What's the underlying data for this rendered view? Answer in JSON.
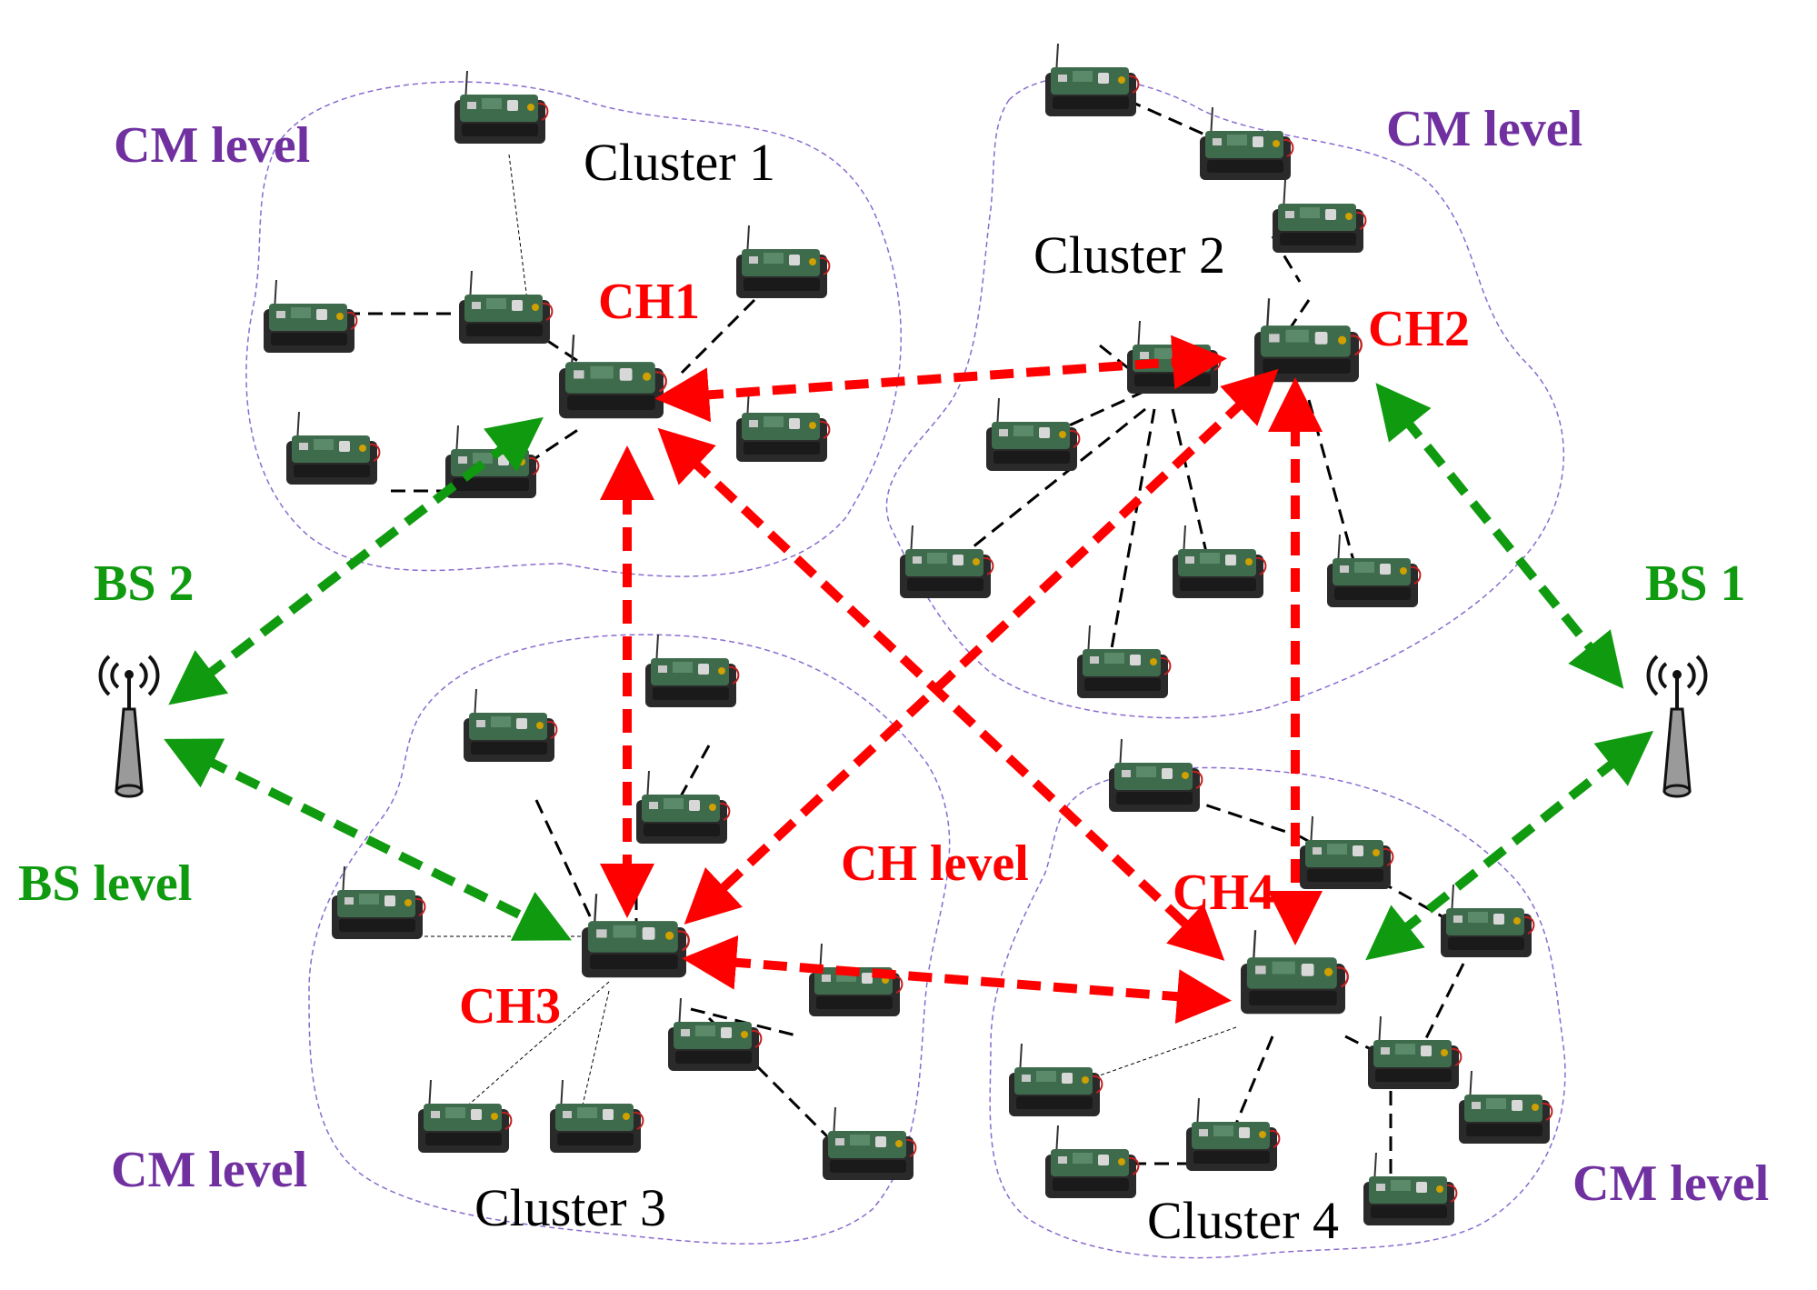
{
  "labels": {
    "cm_level_1": "CM level",
    "cm_level_2": "CM level",
    "cm_level_3": "CM level",
    "cm_level_4": "CM level",
    "cluster_1": "Cluster 1",
    "cluster_2": "Cluster 2",
    "cluster_3": "Cluster 3",
    "cluster_4": "Cluster 4",
    "ch1": "CH1",
    "ch2": "CH2",
    "ch3": "CH3",
    "ch4": "CH4",
    "bs1": "BS 1",
    "bs2": "BS 2",
    "bs_level": "BS level",
    "ch_level": "CH level"
  },
  "colors": {
    "cm_level": "#7030a0",
    "ch_link": "#ff0000",
    "bs_link": "#109a10",
    "cluster_border": "#8a6ccf",
    "member_link": "#000000"
  }
}
